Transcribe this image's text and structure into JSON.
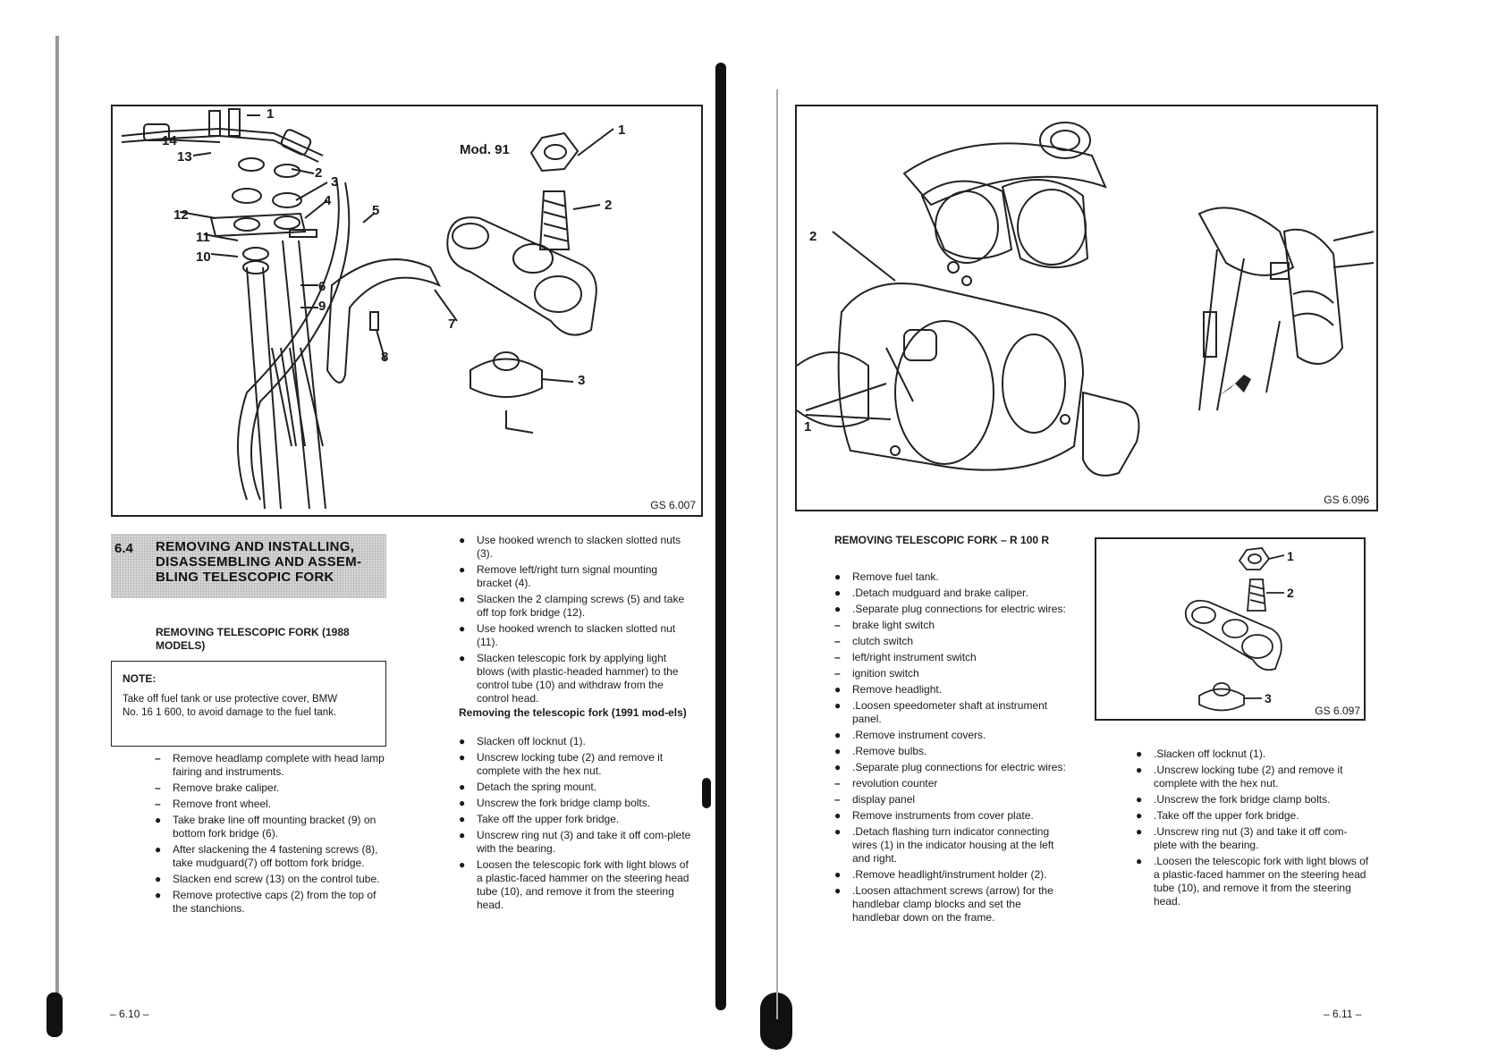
{
  "left_page": {
    "figure": {
      "mod_label": "Mod. 91",
      "code": "GS 6.007",
      "callouts_left": [
        "1",
        "14",
        "13",
        "2",
        "3",
        "4",
        "12",
        "11",
        "10",
        "5",
        "6",
        "9",
        "7",
        "8"
      ],
      "callouts_right": [
        "1",
        "2",
        "3"
      ]
    },
    "section": {
      "number": "6.4",
      "title": "REMOVING AND INSTALLING, DISASSEMBLING AND ASSEM-BLING TELESCOPIC FORK"
    },
    "subhead_1988": "REMOVING TELESCOPIC FORK (1988 MODELS)",
    "note": {
      "label": "NOTE:",
      "text": "Take off fuel tank or use protective cover, BMW No. 16 1 600, to avoid damage to the fuel tank."
    },
    "steps_col1": [
      {
        "marker": "–",
        "text": "Remove headlamp complete with head lamp fairing and instruments."
      },
      {
        "marker": "–",
        "text": "Remove brake caliper."
      },
      {
        "marker": "–",
        "text": "Remove front wheel."
      },
      {
        "marker": "●",
        "text": "Take brake line off mounting bracket (9) on bottom fork bridge (6)."
      },
      {
        "marker": "●",
        "text": "After slackening the 4 fastening screws (8), take mudguard(7) off bottom fork bridge."
      },
      {
        "marker": "●",
        "text": "Slacken end screw (13) on the control tube."
      },
      {
        "marker": "●",
        "text": "Remove protective caps (2) from the top of the stanchions."
      }
    ],
    "steps_col2": [
      {
        "marker": "●",
        "text": "Use hooked wrench to slacken slotted nuts (3)."
      },
      {
        "marker": "●",
        "text": "Remove left/right turn signal mounting bracket (4)."
      },
      {
        "marker": "●",
        "text": "Slacken the 2 clamping screws (5) and take off top fork bridge (12)."
      },
      {
        "marker": "●",
        "text": "Use hooked wrench to slacken slotted nut (11)."
      },
      {
        "marker": "●",
        "text": "Slacken telescopic fork by applying light blows (with plastic-headed hammer) to the control tube (10) and withdraw from the control head."
      }
    ],
    "subhead_1991": "Removing the telescopic fork (1991 mod-els)",
    "steps_col2b": [
      {
        "marker": "●",
        "text": "Slacken off locknut (1)."
      },
      {
        "marker": "●",
        "text": "Unscrew locking tube (2) and remove it complete with the hex nut."
      },
      {
        "marker": "●",
        "text": "Detach the spring mount."
      },
      {
        "marker": "●",
        "text": "Unscrew the fork bridge clamp bolts."
      },
      {
        "marker": "●",
        "text": "Take off the upper fork bridge."
      },
      {
        "marker": "●",
        "text": "Unscrew ring nut (3) and take it off com-plete with the bearing."
      },
      {
        "marker": "●",
        "text": "Loosen the telescopic fork with light blows of a plastic-faced hammer on the steering head tube (10), and remove it from the steering head."
      }
    ],
    "page_number": "– 6.10 –"
  },
  "right_page": {
    "figure": {
      "code": "GS 6.096",
      "callouts": [
        "2",
        "1"
      ]
    },
    "subhead_r100r": "REMOVING TELESCOPIC FORK – R 100 R",
    "steps_col1": [
      {
        "marker": "●",
        "text": "Remove fuel tank."
      },
      {
        "marker": "●",
        "text": ".Detach mudguard and brake caliper."
      },
      {
        "marker": "●",
        "text": ".Separate plug connections for electric wires:"
      },
      {
        "marker": "–",
        "text": "brake light switch"
      },
      {
        "marker": "–",
        "text": "clutch switch"
      },
      {
        "marker": "–",
        "text": "left/right instrument switch"
      },
      {
        "marker": "–",
        "text": "ignition switch"
      },
      {
        "marker": "●",
        "text": "Remove headlight."
      },
      {
        "marker": "●",
        "text": ".Loosen speedometer shaft at instrument panel."
      },
      {
        "marker": "●",
        "text": ".Remove instrument covers."
      },
      {
        "marker": "●",
        "text": ".Remove bulbs."
      },
      {
        "marker": "●",
        "text": ".Separate plug connections for electric wires:"
      },
      {
        "marker": "–",
        "text": "revolution counter"
      },
      {
        "marker": "–",
        "text": "display panel"
      },
      {
        "marker": "●",
        "text": "Remove instruments from cover plate."
      },
      {
        "marker": "●",
        "text": ".Detach flashing turn indicator connecting wires (1) in the indicator housing at the left and right."
      },
      {
        "marker": "●",
        "text": ".Remove headlight/instrument holder (2)."
      },
      {
        "marker": "●",
        "text": ".Loosen attachment screws (arrow) for the handlebar clamp blocks and set the handlebar down on the frame."
      }
    ],
    "small_figure": {
      "code": "GS 6.097",
      "callouts": [
        "1",
        "2",
        "3"
      ]
    },
    "steps_col2": [
      {
        "marker": "●",
        "text": ".Slacken off locknut (1)."
      },
      {
        "marker": "●",
        "text": ".Unscrew locking tube (2) and remove it complete with the hex nut."
      },
      {
        "marker": "●",
        "text": ".Unscrew the fork bridge clamp bolts."
      },
      {
        "marker": "●",
        "text": ".Take off the upper fork bridge."
      },
      {
        "marker": "●",
        "text": ".Unscrew ring nut (3) and take it off com-plete with the bearing."
      },
      {
        "marker": "●",
        "text": ".Loosen the telescopic fork with light blows of a plastic-faced hammer on the steering head tube (10), and remove it from the steering head."
      }
    ],
    "page_number": "– 6.11 –"
  }
}
